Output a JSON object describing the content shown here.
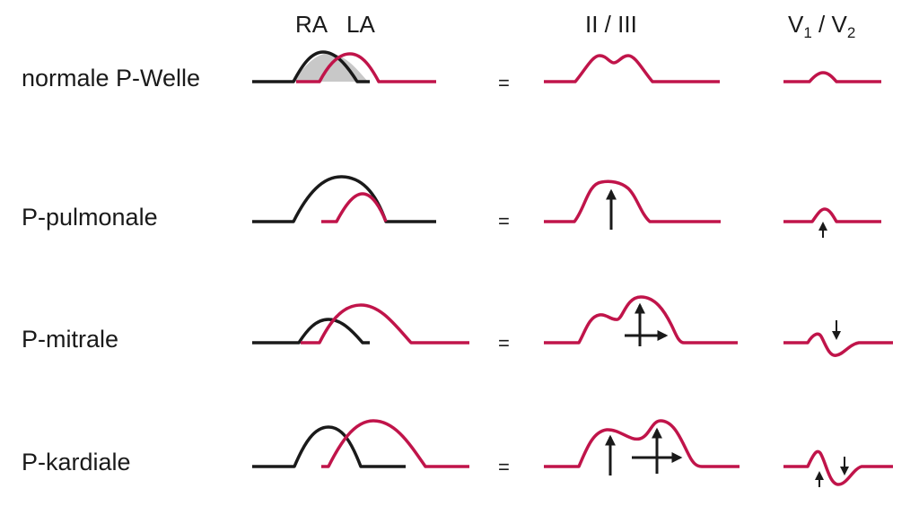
{
  "header": {
    "ra": "RA",
    "la": "LA",
    "lead_23": "II / III",
    "lead_v_prefix": "V",
    "lead_v1_sub": "1",
    "lead_v_sep": " / V",
    "lead_v2_sub": "2"
  },
  "rows": [
    {
      "label": "normale P-Welle",
      "equals": "="
    },
    {
      "label": "P-pulmonale",
      "equals": "="
    },
    {
      "label": "P-mitrale",
      "equals": "="
    },
    {
      "label": "P-kardiale",
      "equals": "="
    }
  ],
  "colors": {
    "left_atrium": "#c0144a",
    "right_atrium": "#1a1a1a",
    "overlap_fill": "#c8c8c8"
  }
}
